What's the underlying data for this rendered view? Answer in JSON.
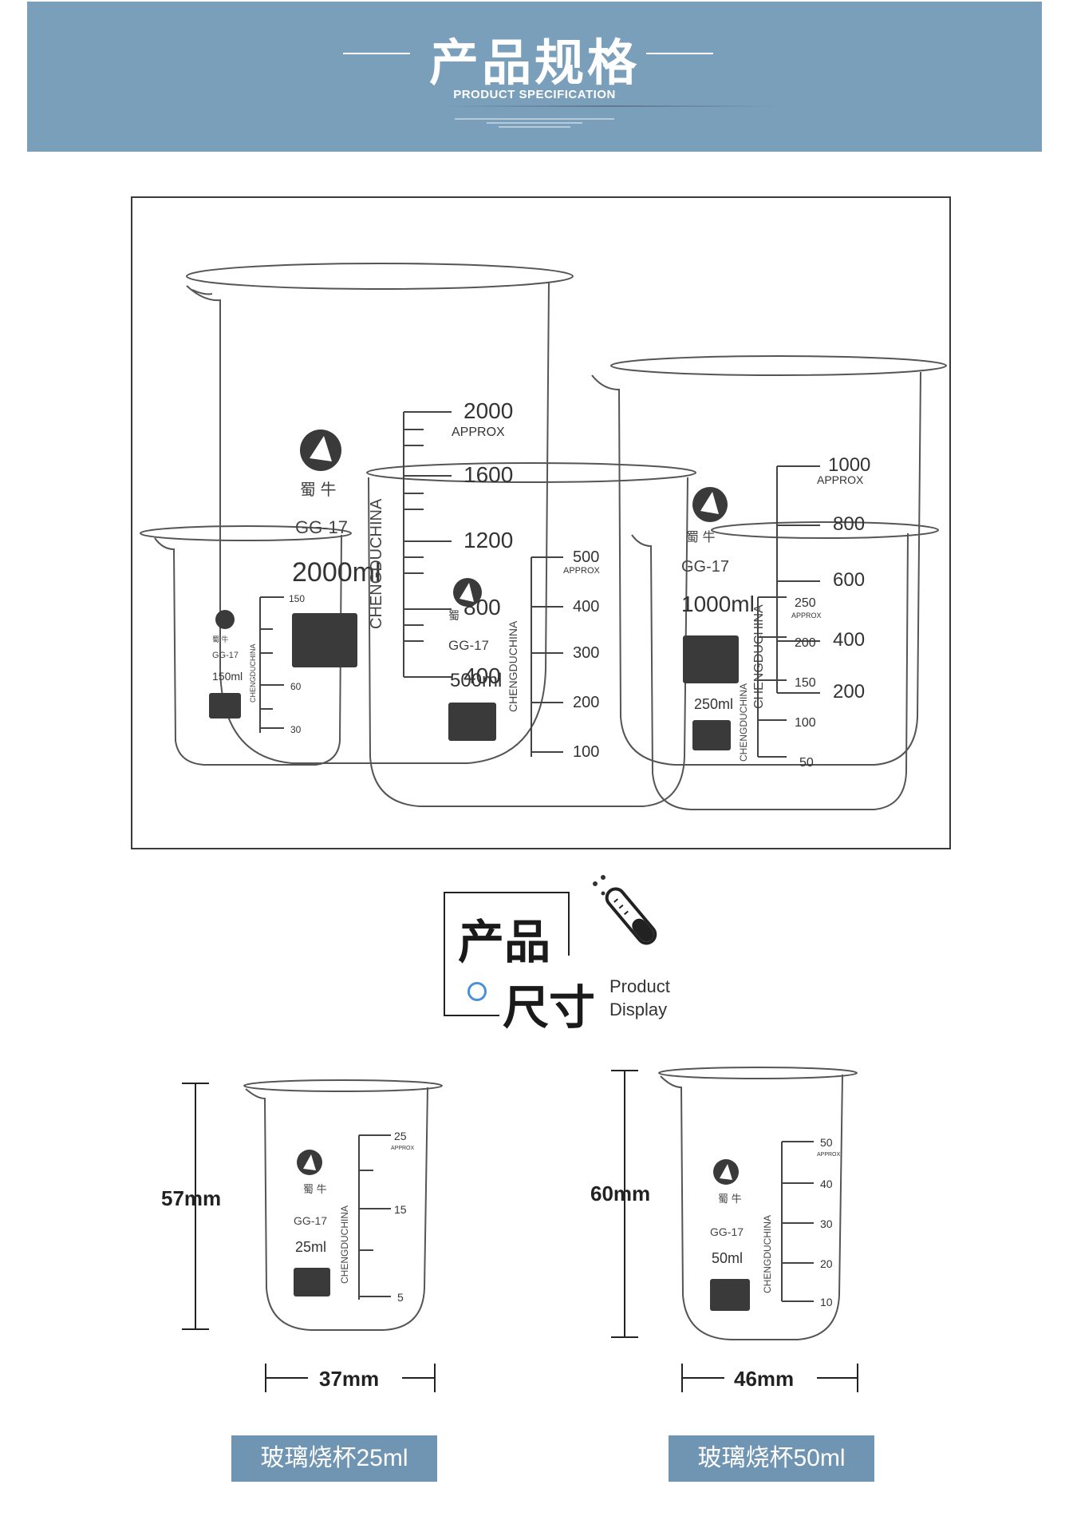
{
  "banner": {
    "title": "产品规格",
    "subtitle": "PRODUCT SPECIFICATION",
    "background_color": "#7a9fba"
  },
  "photo": {
    "beakers": [
      {
        "capacity": "2000ml",
        "model": "GG-17",
        "brand": "蜀 牛",
        "approx": "APPROX",
        "country": "CHENGDUCHINA",
        "scale": [
          "2000",
          "1600",
          "1200",
          "800",
          "400"
        ]
      },
      {
        "capacity": "1000ml",
        "model": "GG-17",
        "brand": "蜀 牛",
        "approx": "APPROX",
        "country": "CHENGDUCHINA",
        "scale": [
          "1000",
          "800",
          "600",
          "400",
          "200"
        ]
      },
      {
        "capacity": "500ml",
        "model": "GG-17",
        "brand": "蜀",
        "approx": "APPROX",
        "country": "CHENGDUCHINA",
        "scale": [
          "500",
          "400",
          "300",
          "200",
          "100"
        ]
      },
      {
        "capacity": "250ml",
        "approx": "APPROX",
        "country": "CHENGDUCHINA",
        "scale": [
          "250",
          "200",
          "150",
          "100",
          "50"
        ]
      },
      {
        "capacity": "150ml",
        "model": "GG-17",
        "brand": "蜀 牛",
        "country": "CHENGDUCHINA",
        "scale": [
          "150",
          "60",
          "30"
        ]
      }
    ]
  },
  "section": {
    "char1": "产品",
    "char2": "尺寸",
    "en_line1": "Product",
    "en_line2": "Display",
    "icon": "test-tube-icon"
  },
  "products": [
    {
      "height": "57mm",
      "width": "37mm",
      "beaker": {
        "capacity": "25ml",
        "model": "GG-17",
        "brand": "蜀 牛",
        "approx": "APPROX",
        "country": "CHENGDUCHINA",
        "scale": [
          "25",
          "15",
          "5"
        ]
      },
      "label": "玻璃烧杯25ml"
    },
    {
      "height": "60mm",
      "width": "46mm",
      "beaker": {
        "capacity": "50ml",
        "model": "GG-17",
        "brand": "蜀 牛",
        "approx": "APPROX",
        "country": "CHENGDUCHINA",
        "scale": [
          "50",
          "40",
          "30",
          "20",
          "10"
        ]
      },
      "label": "玻璃烧杯50ml"
    }
  ],
  "colors": {
    "label_bg": "#6f95b2",
    "glass_line": "#555555",
    "block": "#3a3a3a"
  }
}
